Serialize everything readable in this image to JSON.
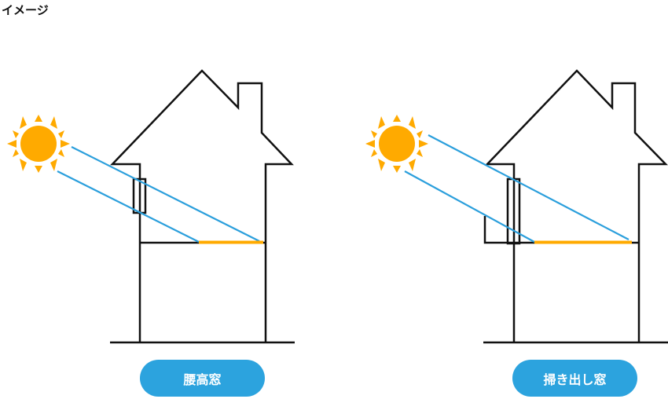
{
  "title": "イメージ",
  "colors": {
    "sun": "#ffaa00",
    "ray": "#2b9fdc",
    "sunlit_floor": "#ffaa00",
    "line": "#111111",
    "button": "#2ca3de"
  },
  "diagrams": [
    {
      "label": "腰高窓",
      "icon": "house-with-waist-high-window"
    },
    {
      "label": "掃き出し窓",
      "icon": "house-with-floor-length-window"
    }
  ]
}
